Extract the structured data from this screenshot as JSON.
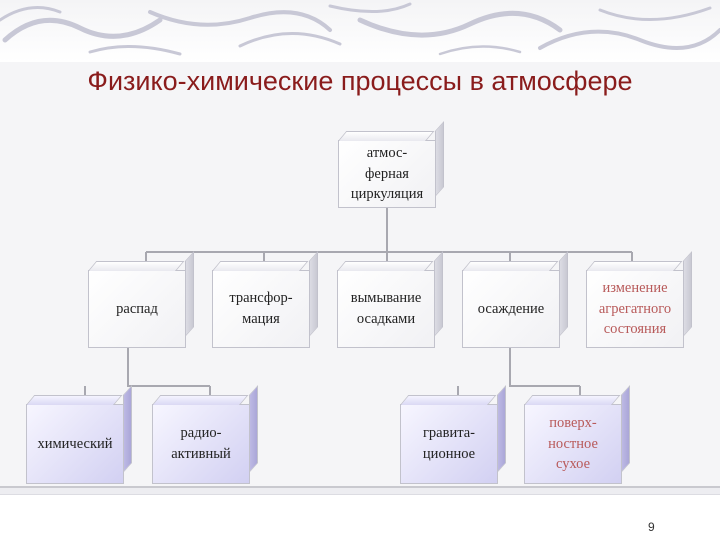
{
  "slide": {
    "title": "Физико-химические процессы в атмосфере",
    "page_number": "9"
  },
  "diagram": {
    "root": "атмос-\nферная\nциркуляция",
    "level1": [
      "распад",
      "трансфор-\nмация",
      "вымывание\nосадками",
      "осаждение",
      "изменение\nагрегатного\nсостояния"
    ],
    "level2_decay": [
      "химический",
      "радио-\nактивный"
    ],
    "level2_deposition": [
      "гравита-\nционное",
      "поверх-\nностное\nсухое"
    ]
  },
  "colors": {
    "title": "#8a1c1c",
    "accent_text": "#b85a5a",
    "box_violet": "#d2d0f2",
    "connector": "#a8a8b0"
  }
}
